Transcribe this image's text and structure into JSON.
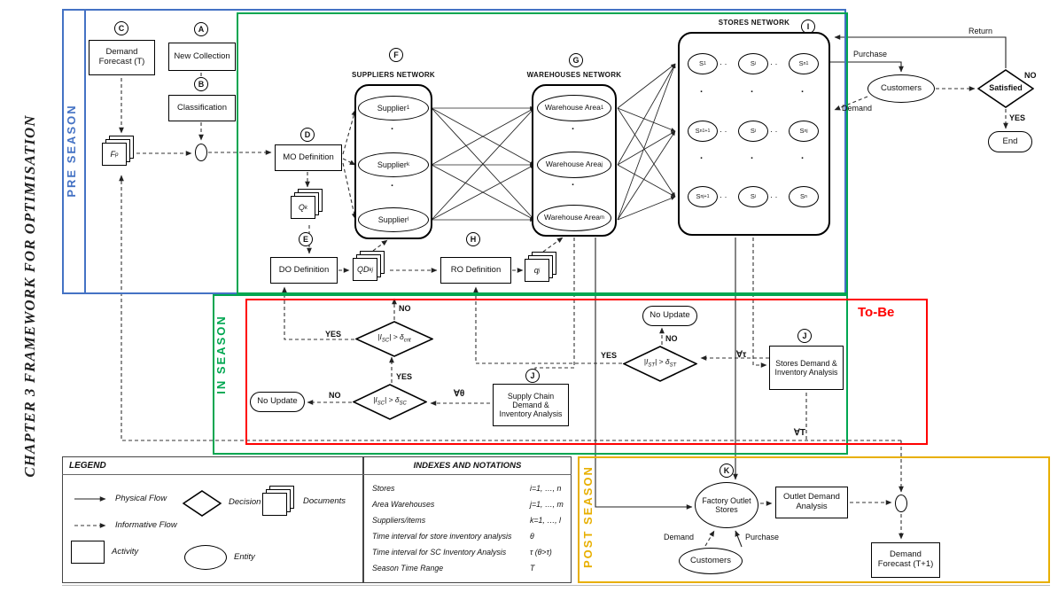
{
  "page": {
    "chapter_caption": "CHAPTER 3 FRAMEWORK FOR OPTIMISATION"
  },
  "sections": {
    "pre_season": "PRE SEASON",
    "in_season": "IN SEASON",
    "post_season": "POST SEASON",
    "to_be_label": "To-Be"
  },
  "colors": {
    "pre_season": "#4472C4",
    "in_season": "#00A650",
    "post_season": "#E8AF00",
    "to_be": "#FF0000"
  },
  "badges": {
    "a": "A",
    "b": "B",
    "c": "C",
    "d": "D",
    "e": "E",
    "f": "F",
    "g": "G",
    "h": "H",
    "i": "I",
    "j": "J",
    "k": "K"
  },
  "glyphs": {
    "dot": "·",
    "hdots": "· ·"
  },
  "nodes": {
    "demand_forecast_t": "Demand Forecast (T)",
    "new_collection": "New Collection",
    "classification": "Classification",
    "fp_docs": "F_{p}",
    "mo_definition": "MO Definition",
    "qk_docs": "Q_{k}",
    "do_definition": "DO Definition",
    "qdkj_docs": "QD_{kj}",
    "ro_definition": "RO Definition",
    "qj_docs": "q_{j}",
    "customers": "Customers",
    "satisfied": "Satisfied",
    "end": "End",
    "no_update_top": "No Update",
    "no_update_left": "No Update",
    "dec_crit": "|I_{SC}| > δ_{crit}",
    "dec_sc": "|I_{SC}| > δ_{SC}",
    "dec_st": "|I_{ST}| > δ_{ST}",
    "sc_analysis": "Supply Chain Demand & Inventory Analysis",
    "st_analysis": "Stores Demand & Inventory Analysis",
    "factory_outlet": "Factory Outlet Stores",
    "outlet_analysis": "Outlet Demand Analysis",
    "demand_forecast_t1": "Demand Forecast (T+1)",
    "customers_post": "Customers"
  },
  "suppliers": {
    "title": "SUPPLIERS NETWORK",
    "items": [
      "Supplier_{1}",
      "Supplier_{k}",
      "Supplier_{l}"
    ]
  },
  "warehouses": {
    "title": "WAREHOUSES NETWORK",
    "items": [
      "Warehouse Area_{1}",
      "Warehouse Area_{j}",
      "Warehouse Area_{m}"
    ]
  },
  "stores": {
    "title": "STORES NETWORK",
    "rows": [
      [
        "S_{1}",
        "S_{i}",
        "S_{n1}"
      ],
      [
        "S_{n1+1}",
        "S_{i}",
        "S_{nj}"
      ],
      [
        "S_{nj+1}",
        "S_{i}",
        "S_{n}"
      ]
    ]
  },
  "edge_labels": {
    "return": "Return",
    "purchase": "Purchase",
    "demand": "Demand",
    "yes": "YES",
    "no": "NO",
    "forall_theta": "∀θ",
    "forall_tau": "∀τ",
    "forall_T": "∀T"
  },
  "legend": {
    "title": "LEGEND",
    "physical_flow": "Physical Flow",
    "informative_flow": "Informative Flow",
    "activity": "Activity",
    "decision": "Decision",
    "documents": "Documents",
    "entity": "Entity"
  },
  "notations": {
    "title": "INDEXES AND NOTATIONS",
    "rows": [
      {
        "label": "Stores",
        "value": "i=1, …, n"
      },
      {
        "label": "Area Warehouses",
        "value": "j=1, …, m"
      },
      {
        "label": "Suppliers/items",
        "value": "k=1, …, l"
      },
      {
        "label": "Time interval for store inventory analysis",
        "value": "θ"
      },
      {
        "label": "Time interval for SC Inventory Analysis",
        "value": "τ (θ>τ)"
      },
      {
        "label": "Season Time Range",
        "value": "T"
      }
    ]
  }
}
